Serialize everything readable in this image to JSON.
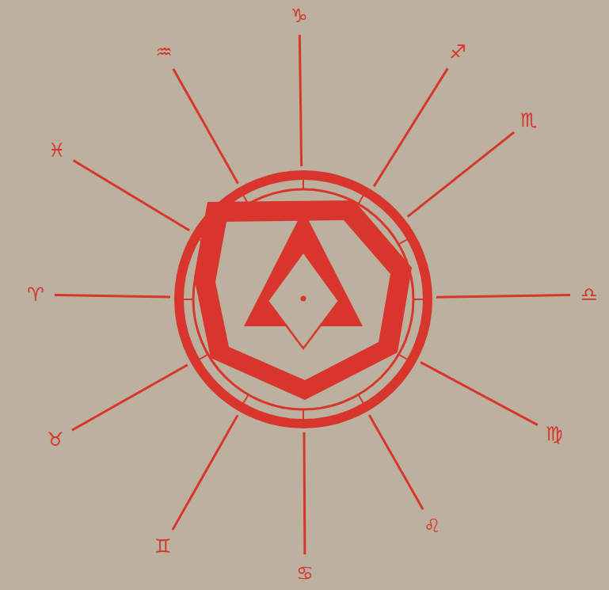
{
  "diagram": {
    "labels": [
      "♑",
      "♐",
      "♏",
      "♎",
      "♍",
      "♌",
      "♋",
      "♊",
      "♉",
      "♈",
      "♓",
      "♒"
    ]
  }
}
